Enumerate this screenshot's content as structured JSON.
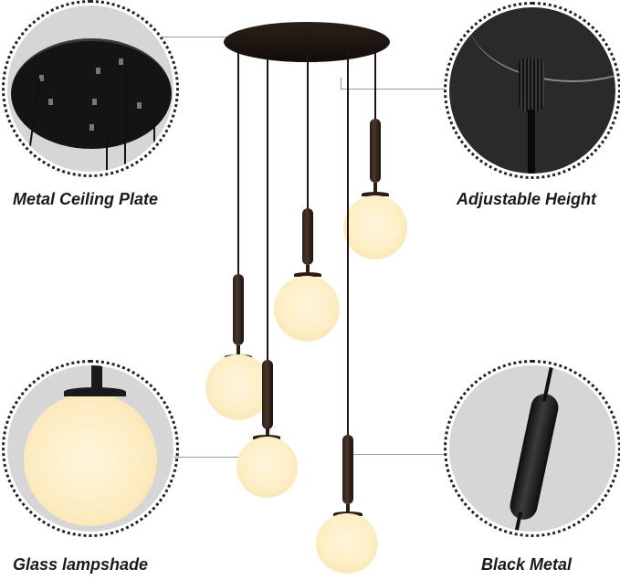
{
  "product": {
    "type": "pendant-chandelier",
    "colors": {
      "metal": "#1c1410",
      "glass": "#fdeec5",
      "callout_bg": "#d6d6d6",
      "leader_line": "#9a9a9a",
      "label_text": "#1a1a1a"
    }
  },
  "callouts": [
    {
      "id": "ceiling-plate",
      "label": "Metal Ceiling Plate"
    },
    {
      "id": "adjustable-height",
      "label": "Adjustable Height"
    },
    {
      "id": "glass-lampshade",
      "label": "Glass lampshade"
    },
    {
      "id": "black-metal",
      "label": "Black Metal"
    }
  ]
}
